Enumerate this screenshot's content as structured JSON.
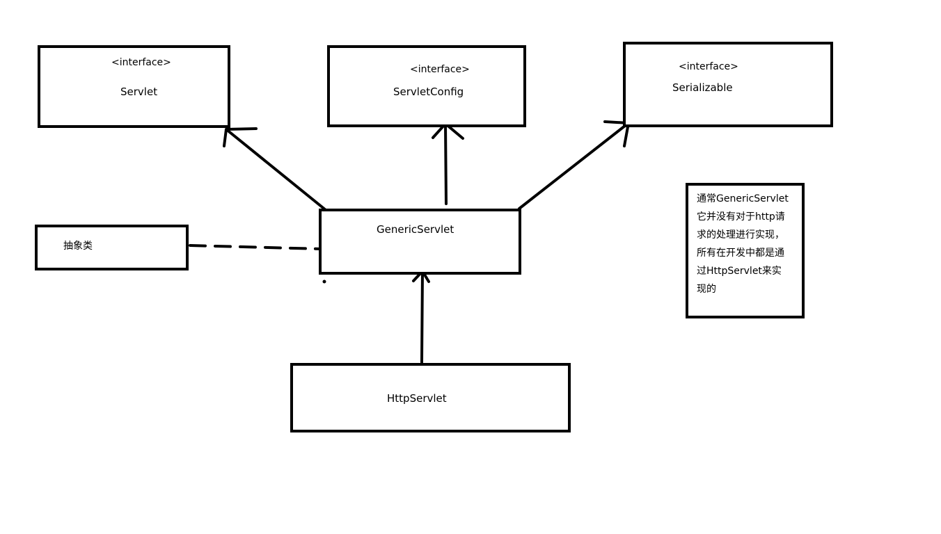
{
  "diagram": {
    "servlet": {
      "stereotype": "<interface>",
      "name": "Servlet"
    },
    "servlet_config": {
      "stereotype": "<interface>",
      "name": "ServletConfig"
    },
    "serializable": {
      "stereotype": "<interface>",
      "name": "Serializable"
    },
    "generic_servlet": {
      "name": "GenericServlet"
    },
    "http_servlet": {
      "name": "HttpServlet"
    },
    "abstract_label": {
      "text": "抽象类"
    },
    "note": {
      "lines": [
        "通常GenericServlet",
        "它并没有对于http请",
        "求的处理进行实现，",
        "所有在开发中都是通",
        "过HttpServlet来实",
        "现的"
      ]
    },
    "stroke_color": "#000000",
    "background_color": "#ffffff"
  }
}
